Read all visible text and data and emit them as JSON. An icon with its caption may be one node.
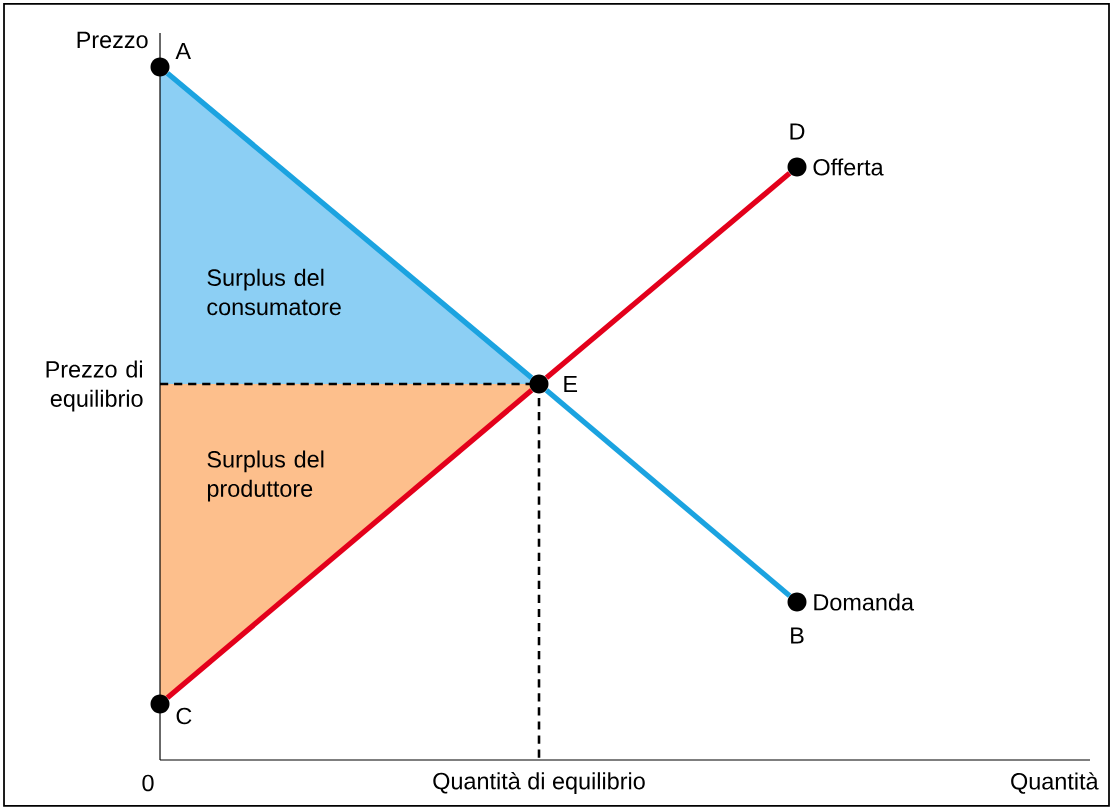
{
  "diagram": {
    "nodes": [
      {
        "text": [],
        "shape": "circle",
        "beside": [
          "A"
        ]
      },
      {
        "text": [],
        "shape": "circle",
        "beside": [
          "D",
          "Offerta"
        ]
      },
      {
        "text": [
          "Surplus del consumatore"
        ]
      },
      {
        "text": [],
        "shape": "circle",
        "beside": [
          "E"
        ]
      },
      {
        "text": [
          "Surplus del produttore"
        ]
      },
      {
        "text": [],
        "shape": "circle",
        "beside": [
          "Domanda",
          "B"
        ]
      },
      {
        "text": [],
        "shape": "circle",
        "beside": [
          "C"
        ]
      }
    ],
    "edges": [
      {
        "from": 0,
        "to": 3,
        "arrow": "none",
        "color": "#1ba3e0"
      },
      {
        "from": 3,
        "to": 5,
        "arrow": "none",
        "color": "#1ba3e0"
      },
      {
        "from": 6,
        "to": 3,
        "arrow": "none",
        "color": "#e3001b"
      },
      {
        "from": 3,
        "to": 1,
        "arrow": "none",
        "color": "#e3001b"
      }
    ],
    "labels": [
      "Prezzo",
      "Prezzo di equilibrio",
      "0",
      "Quantità di equilibrio",
      "Quantità"
    ]
  }
}
